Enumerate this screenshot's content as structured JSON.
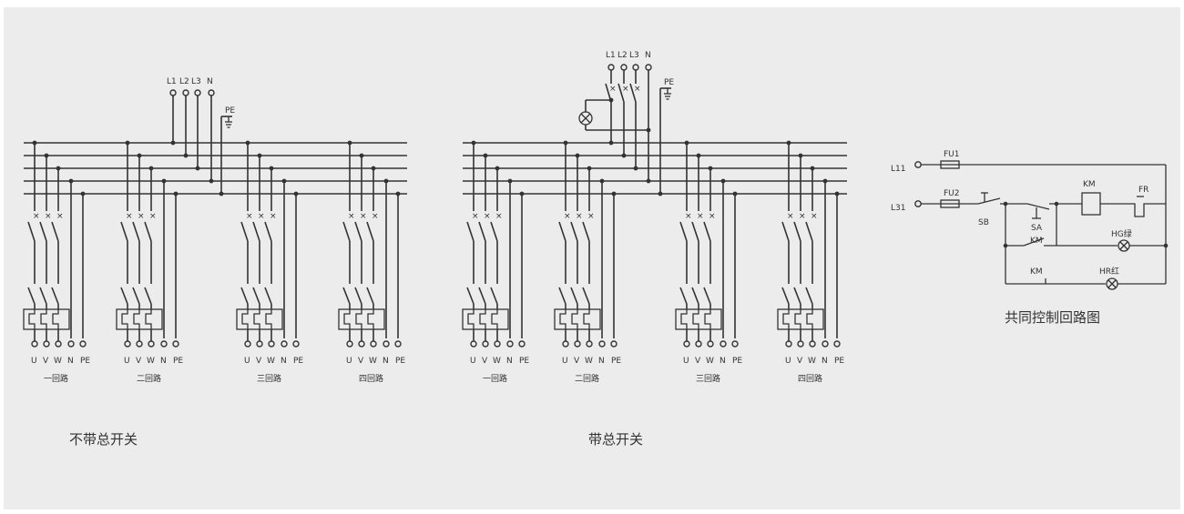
{
  "phase_labels": [
    "L1",
    "L2",
    "L3",
    "N"
  ],
  "pe_label": "PE",
  "terminal_labels": [
    "U",
    "V",
    "W",
    "N",
    "PE"
  ],
  "circuit_names": [
    "一回路",
    "二回路",
    "三回路",
    "四回路"
  ],
  "diagram_left": {
    "caption": "不带总开关"
  },
  "diagram_middle": {
    "caption": "带总开关"
  },
  "control_circuit": {
    "caption": "共同控制回路图",
    "inputs": [
      "L11",
      "L31"
    ],
    "fuses": [
      "FU1",
      "FU2"
    ],
    "stop_button": "SB",
    "selector": "SA",
    "contactor": "KM",
    "contact_no": "KM",
    "contact_nc": "KM",
    "relay": "FR",
    "lamp_green": "HG绿",
    "lamp_red": "HR红"
  }
}
